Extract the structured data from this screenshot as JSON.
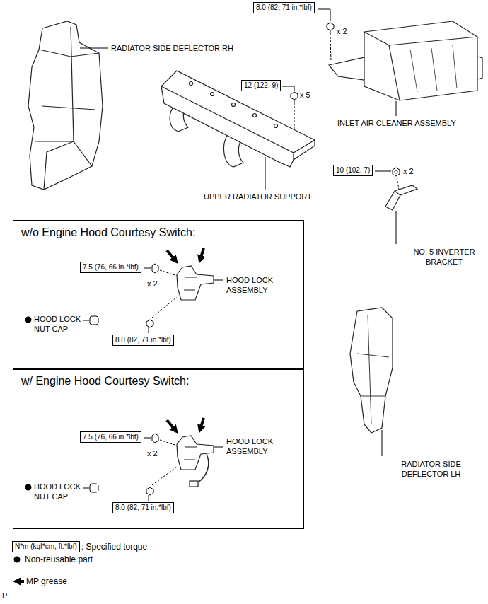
{
  "diagram": {
    "nodes": [
      {
        "text": [
          "8.0 (82, 71 in.*lbf)"
        ]
      },
      {
        "text": [
          "12 (122, 9)"
        ]
      },
      {
        "text": [
          "10 (102, 7)"
        ]
      },
      {
        "text": [
          "w/o Engine Hood Courtesy Switch:"
        ]
      },
      {
        "text": [
          "7.5 (76, 66 in.*lbf)"
        ],
        "in": 3
      },
      {
        "text": [
          "8.0 (82, 71 in.*lbf)"
        ],
        "in": 3
      },
      {
        "text": [
          "w/ Engine Hood Courtesy Switch:"
        ]
      },
      {
        "text": [
          "7.5 (76, 66 in.*lbf)"
        ],
        "in": 6
      },
      {
        "text": [
          "8.0 (82, 71 in.*lbf)"
        ],
        "in": 6
      },
      {
        "text": [
          "N*m (kgf*cm, ft.*lbf)"
        ]
      }
    ],
    "labels": [
      "RADIATOR SIDE DEFLECTOR RH",
      "x 2",
      "x 5",
      "INLET AIR CLEANER ASSEMBLY",
      "UPPER RADIATOR SUPPORT",
      "x 2",
      "NO. 5 INVERTER BRACKET",
      "x 2",
      "HOOD LOCK ASSEMBLY",
      "HOOD LOCK NUT CAP",
      "x 2",
      "HOOD LOCK ASSEMBLY",
      "HOOD LOCK NUT CAP",
      "RADIATOR SIDE DEFLECTOR LH",
      "P"
    ],
    "legend": [
      {
        "text": ": Specified torque"
      },
      {
        "text": "Non-reusable part"
      },
      {
        "text": "MP grease"
      }
    ]
  }
}
